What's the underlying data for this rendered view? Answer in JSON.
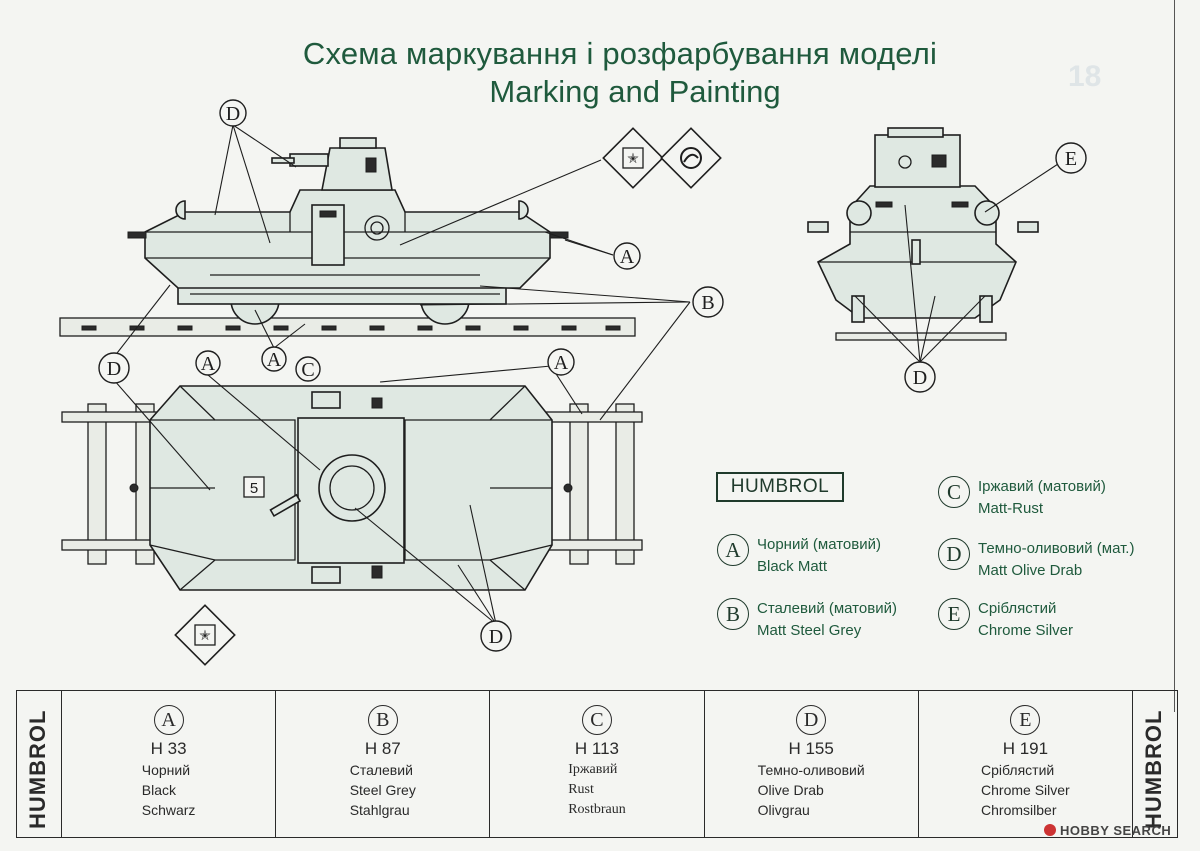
{
  "title": {
    "ukrainian": "Схема маркування і розфарбування моделі",
    "english": "Marking and Painting"
  },
  "faint_mark": "18",
  "callouts": {
    "A": "A",
    "B": "B",
    "C": "C",
    "D": "D",
    "E": "E",
    "hull_number": "5"
  },
  "legend": {
    "brand": "HUMBROL",
    "items": [
      {
        "letter": "A",
        "uk": "Чорний (матовий)",
        "en": "Black Matt"
      },
      {
        "letter": "B",
        "uk": "Сталевий (матовий)",
        "en": "Matt Steel Grey"
      },
      {
        "letter": "C",
        "uk": "Іржавий (матовий)",
        "en": "Matt-Rust"
      },
      {
        "letter": "D",
        "uk": "Темно-оливовий (мат.)",
        "en": "Matt Olive Drab"
      },
      {
        "letter": "E",
        "uk": "Сріблястий",
        "en": "Chrome Silver"
      }
    ]
  },
  "paint_table": {
    "side_label": "HUMBROL",
    "columns": [
      {
        "letter": "A",
        "code": "H 33",
        "uk": "Чорний",
        "en": "Black",
        "de": "Schwarz"
      },
      {
        "letter": "B",
        "code": "H 87",
        "uk": "Сталевий",
        "en": "Steel Grey",
        "de": "Stahlgrau"
      },
      {
        "letter": "C",
        "code": "H 113",
        "uk": "Іржавий",
        "en": "Rust",
        "de": "Rostbraun"
      },
      {
        "letter": "D",
        "code": "H 155",
        "uk": "Темно-оливовий",
        "en": "Olive Drab",
        "de": "Olivgrau"
      },
      {
        "letter": "E",
        "code": "H 191",
        "uk": "Сріблястий",
        "en": "Chrome Silver",
        "de": "Chromsilber"
      }
    ]
  },
  "watermark": "HOBBY SEARCH",
  "colors": {
    "ink": "#1f5a3d",
    "line": "#2a2a2a",
    "hull_fill": "#dfe8e2",
    "paper": "#f4f5f2"
  }
}
